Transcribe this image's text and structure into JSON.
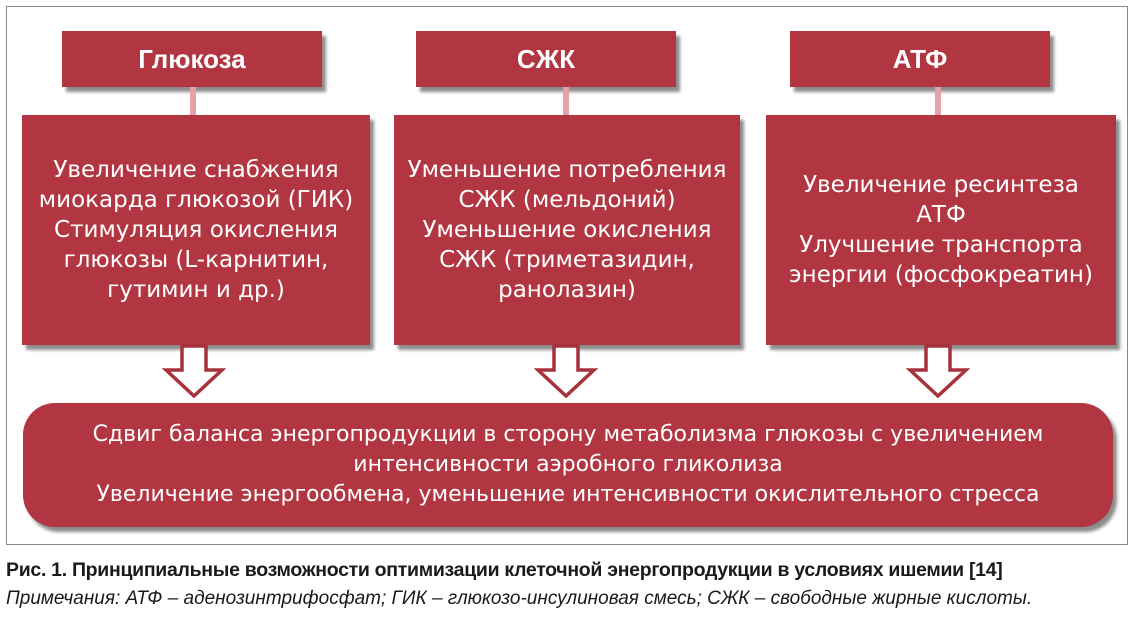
{
  "diagram": {
    "headers": [
      "Глюкоза",
      "СЖК",
      "АТФ"
    ],
    "details": [
      [
        "Увеличение снабжения",
        "миокарда глюкозой (ГИК)",
        "Стимуляция окисления",
        "глюкозы (L-карнитин,",
        "гутимин и др.)"
      ],
      [
        "Уменьшение потребления",
        "СЖК (мельдоний)",
        "Уменьшение окисления",
        "СЖК (триметазидин,",
        "ранолазин)"
      ],
      [
        "Увеличение ресинтеза",
        "АТФ",
        "Улучшение транспорта",
        "энергии (фосфокреатин)"
      ]
    ],
    "result": [
      "Сдвиг баланса энергопродукции в сторону метаболизма глюкозы с увеличением",
      "интенсивности аэробного гликолиза",
      "Увеличение энергообмена, уменьшение интенсивности окислительного стресса"
    ]
  },
  "caption": {
    "title": "Рис. 1. Принципиальные возможности оптимизации клеточной энергопродукции в условиях ишемии [14]",
    "note": "Примечания: АТФ – аденозинтрифосфат; ГИК – глюкозо-инсулиновая смесь; СЖК – свободные жирные кислоты."
  },
  "colors": {
    "box": "#b23641",
    "connector": "#e4a2a6",
    "arrow_outline": "#a8323c"
  }
}
